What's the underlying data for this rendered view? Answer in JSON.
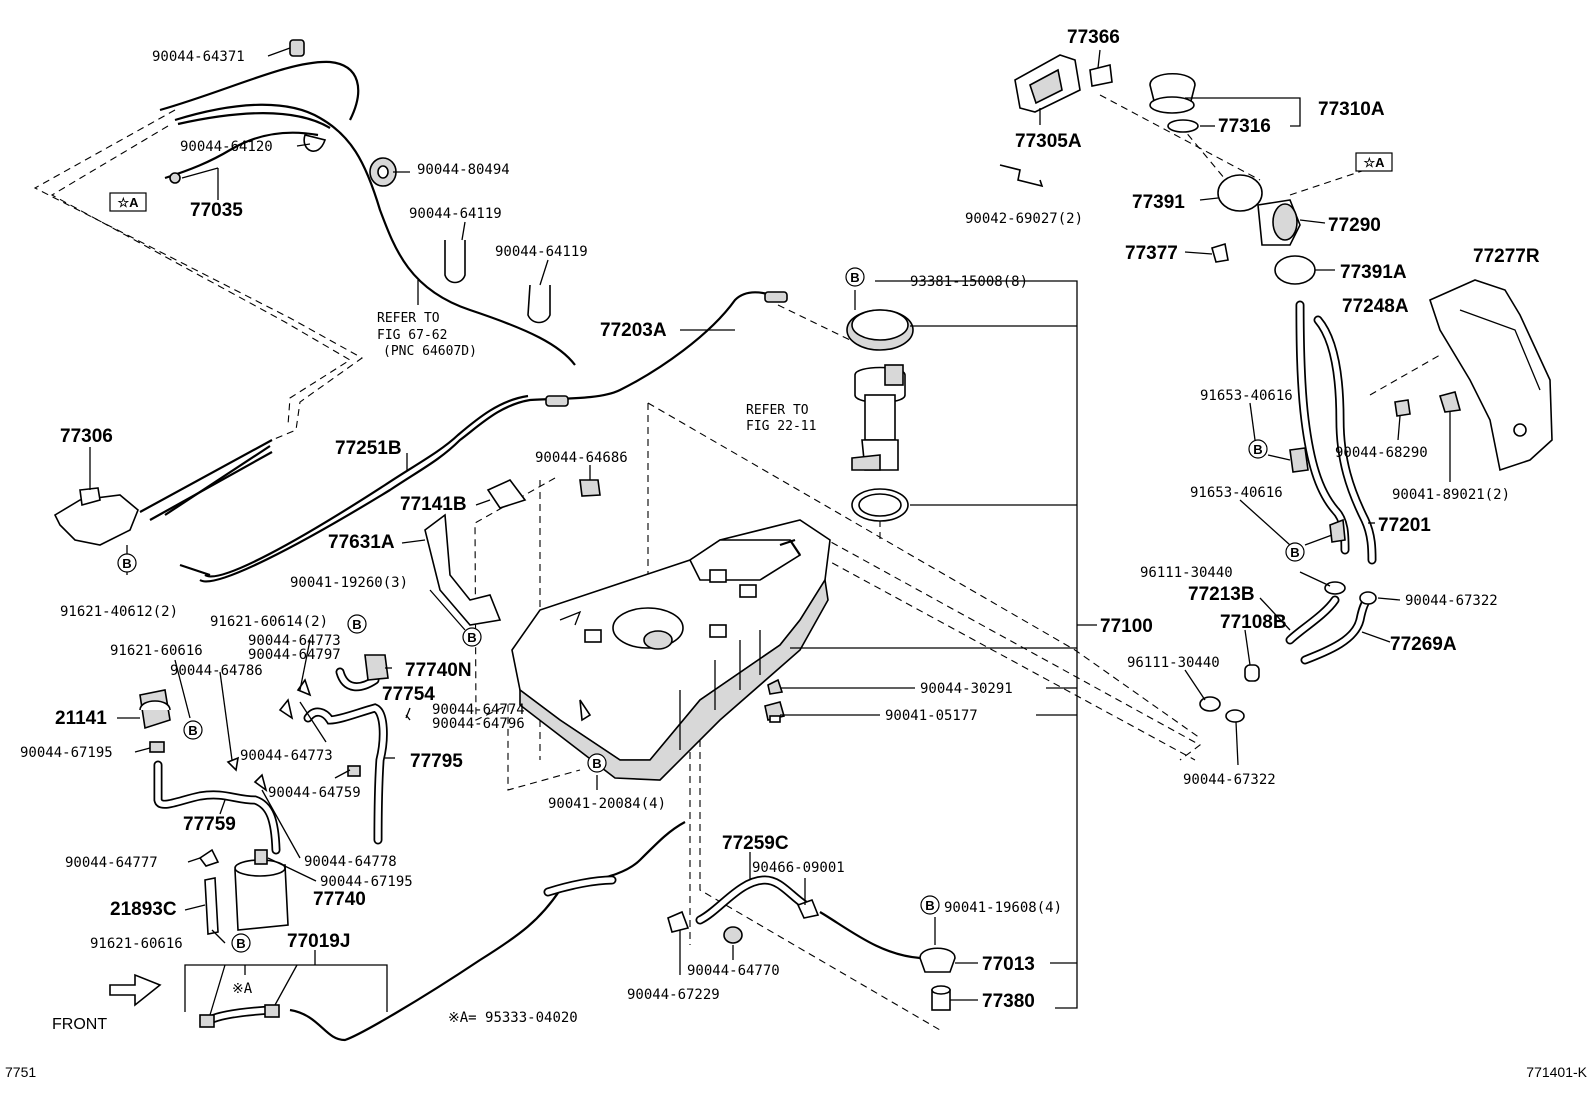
{
  "labels": {
    "p90044_64371": "90044-64371",
    "p90044_64120": "90044-64120",
    "p77035": "77035",
    "p90044_80494": "90044-80494",
    "p90044_64119a": "90044-64119",
    "p90044_64119b": "90044-64119",
    "ref_fig67_1": "REFER TO",
    "ref_fig67_2": "FIG 67-62",
    "ref_fig67_3": "(PNC 64607D)",
    "p77203A": "77203A",
    "p77306": "77306",
    "p77251B": "77251B",
    "p91621_40612": "91621-40612(2)",
    "p90044_64686": "90044-64686",
    "p77141B": "77141B",
    "p77631A": "77631A",
    "p90041_19260": "90041-19260(3)",
    "p91621_60614": "91621-60614(2)",
    "p91621_60616a": "91621-60616",
    "p90044_64786": "90044-64786",
    "p90044_64773a": "90044-64773",
    "p90044_64797": "90044-64797",
    "p77740N": "77740N",
    "p77754": "77754",
    "p90044_64774": "90044-64774",
    "p90044_64796": "90044-64796",
    "p21141": "21141",
    "p90044_67195a": "90044-67195",
    "p90044_64773b": "90044-64773",
    "p77795": "77795",
    "p90044_64759": "90044-64759",
    "p77759": "77759",
    "p90044_64777": "90044-64777",
    "p90044_64778": "90044-64778",
    "p90044_67195b": "90044-67195",
    "p77740": "77740",
    "p21893C": "21893C",
    "p91621_60616b": "91621-60616",
    "p77019J": "77019J",
    "front": "FRONT",
    "note_A": "※A",
    "note_A_def": "※A= 95333-04020",
    "p90041_20084": "90041-20084(4)",
    "p77259C": "77259C",
    "p90466_09001": "90466-09001",
    "p90044_64770": "90044-64770",
    "p90044_67229": "90044-67229",
    "p90041_19608": "90041-19608(4)",
    "p77013": "77013",
    "p77380": "77380",
    "p93381_15008": "93381-15008(8)",
    "ref_fig22_1": "REFER TO",
    "ref_fig22_2": "FIG 22-11",
    "p77100": "77100",
    "p90044_30291": "90044-30291",
    "p90041_05177": "90041-05177",
    "p77366": "77366",
    "p77305A": "77305A",
    "p90042_69027": "90042-69027(2)",
    "p77310A": "77310A",
    "p77316": "77316",
    "p77391": "77391",
    "p77290": "77290",
    "p77377": "77377",
    "p77391A": "77391A",
    "p77277R": "77277R",
    "p77248A": "77248A",
    "p91653_40616a": "91653-40616",
    "p91653_40616b": "91653-40616",
    "p90044_68290": "90044-68290",
    "p90041_89021": "90041-89021(2)",
    "p77201": "77201",
    "p96111_30440a": "96111-30440",
    "p77213B": "77213B",
    "p90044_67322a": "90044-67322",
    "p77108B": "77108B",
    "p77269A": "77269A",
    "p96111_30440b": "96111-30440",
    "p90044_67322b": "90044-67322",
    "star_A": "☆A",
    "circle_B": "B",
    "footer_left": "7751",
    "footer_right": "771401-K"
  }
}
